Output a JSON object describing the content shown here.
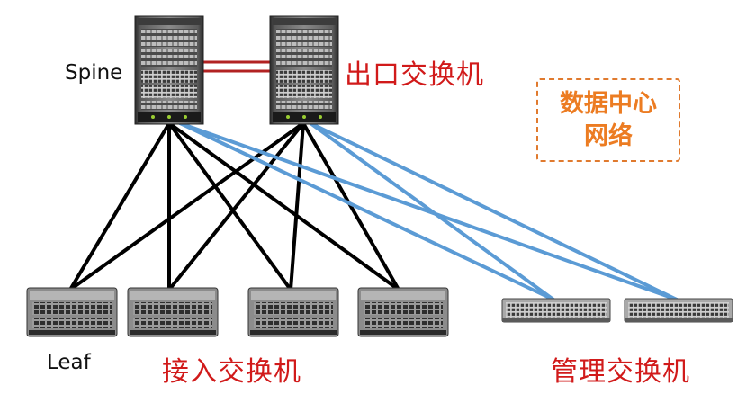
{
  "labels": {
    "spine": "Spine",
    "leaf": "Leaf",
    "egress_switch": "出口交换机",
    "access_switch": "接入交换机",
    "management_switch": "管理交换机"
  },
  "callout": {
    "line1": "数据中心",
    "line2": "网络"
  },
  "colors": {
    "label_red": "#d11a1a",
    "callout_orange": "#ec7c22",
    "black_link": "#000000",
    "blue_link": "#5b9bd5",
    "inter_spine_link": "#b22222"
  },
  "devices": {
    "spine_switches": 2,
    "leaf_switches": 4,
    "management_switches": 2
  }
}
